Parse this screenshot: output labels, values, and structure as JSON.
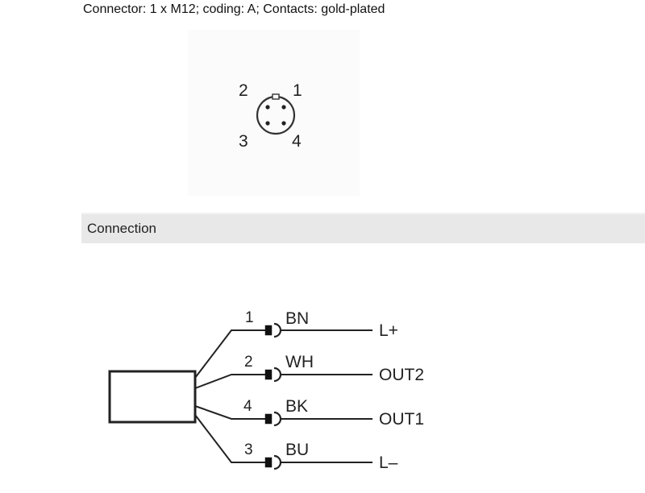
{
  "connector": {
    "description": "Connector: 1 x M12; coding: A; Contacts: gold-plated",
    "pins": [
      "2",
      "1",
      "3",
      "4"
    ]
  },
  "section": {
    "title": "Connection"
  },
  "wiring": {
    "wires": [
      {
        "pin": "1",
        "color": "BN",
        "signal": "L+"
      },
      {
        "pin": "2",
        "color": "WH",
        "signal": "OUT2"
      },
      {
        "pin": "4",
        "color": "BK",
        "signal": "OUT1"
      },
      {
        "pin": "3",
        "color": "BU",
        "signal": "L–"
      }
    ]
  }
}
